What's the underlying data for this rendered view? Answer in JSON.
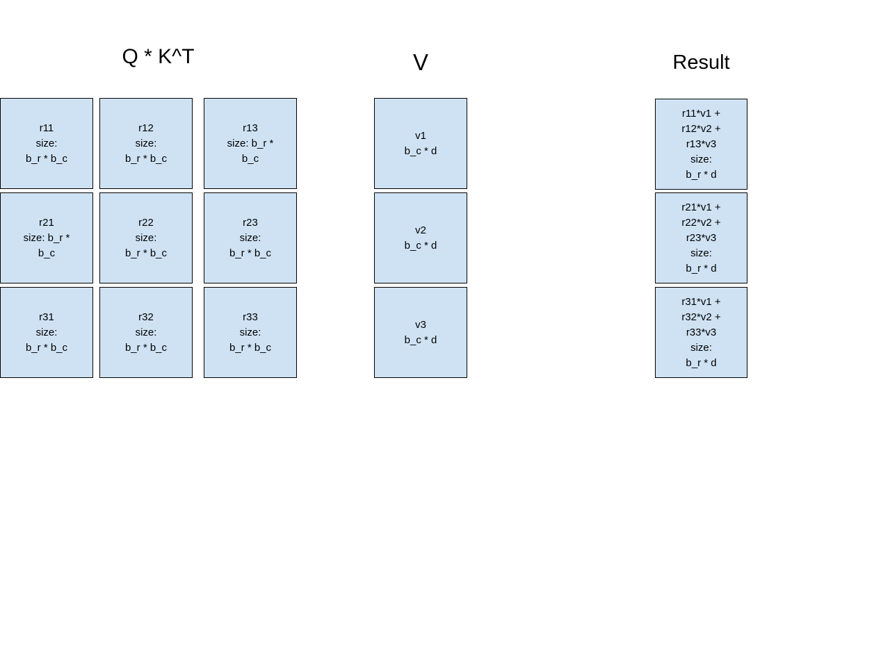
{
  "colors": {
    "background": "#ffffff",
    "box_fill": "#cfe2f3",
    "box_border": "#000000",
    "text": "#000000"
  },
  "sections": {
    "qkt": {
      "title": "Q * K^T",
      "boxes": [
        {
          "id": "r11",
          "lines": [
            "r11",
            "size:",
            "b_r * b_c"
          ]
        },
        {
          "id": "r12",
          "lines": [
            "r12",
            "size:",
            "b_r * b_c"
          ]
        },
        {
          "id": "r13",
          "lines": [
            "r13",
            "size: b_r *",
            "b_c"
          ]
        },
        {
          "id": "r21",
          "lines": [
            "r21",
            "size: b_r *",
            "b_c"
          ]
        },
        {
          "id": "r22",
          "lines": [
            "r22",
            "size:",
            "b_r * b_c"
          ]
        },
        {
          "id": "r23",
          "lines": [
            "r23",
            "size:",
            "b_r * b_c"
          ]
        },
        {
          "id": "r31",
          "lines": [
            "r31",
            "size:",
            "b_r * b_c"
          ]
        },
        {
          "id": "r32",
          "lines": [
            "r32",
            "size:",
            "b_r * b_c"
          ]
        },
        {
          "id": "r33",
          "lines": [
            "r33",
            "size:",
            "b_r * b_c"
          ]
        }
      ]
    },
    "v": {
      "title": "V",
      "boxes": [
        {
          "id": "v1",
          "lines": [
            "v1",
            "b_c * d"
          ]
        },
        {
          "id": "v2",
          "lines": [
            "v2",
            "b_c * d"
          ]
        },
        {
          "id": "v3",
          "lines": [
            "v3",
            "b_c * d"
          ]
        }
      ]
    },
    "result": {
      "title": "Result",
      "boxes": [
        {
          "id": "result-row1",
          "lines": [
            "r11*v1 +",
            "r12*v2 +",
            "r13*v3",
            "size:",
            "b_r * d"
          ]
        },
        {
          "id": "result-row2",
          "lines": [
            "r21*v1 +",
            "r22*v2 +",
            "r23*v3",
            "size:",
            "b_r * d"
          ]
        },
        {
          "id": "result-row3",
          "lines": [
            "r31*v1 +",
            "r32*v2 +",
            "r33*v3",
            "size:",
            "b_r * d"
          ]
        }
      ]
    }
  }
}
